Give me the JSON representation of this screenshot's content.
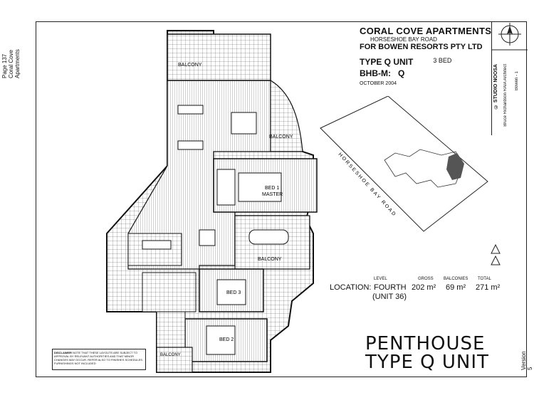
{
  "side": {
    "page": "Page 137",
    "project": "Coral Cove Apartments"
  },
  "title_block": {
    "name": "CORAL COVE APARTMENTS",
    "road": "HORSESHOE BAY ROAD",
    "client": "FOR BOWEN RESORTS PTY LTD",
    "unit_type": "TYPE Q UNIT",
    "beds": "3 BED",
    "bhb": "BHB-M:",
    "bhb_val": "Q",
    "date": "OCTOBER 2004",
    "studio": "© STUDIO NOOSA",
    "architect": "Bruce Richardson RAIA Architect",
    "sheet_no": "Bowen - 1"
  },
  "site_plan": {
    "road_label": "HORSESHOE BAY ROAD"
  },
  "rooms": {
    "balcony_top": "BALCONY",
    "balcony_right": "BALCONY",
    "balcony_mid": "BALCONY",
    "balcony_bottom": "BALCONY",
    "bed1": "BED 1",
    "master": "MASTER",
    "bed2": "BED 2",
    "bed3": "BED 3"
  },
  "location": {
    "label": "LOCATION:",
    "level_head": "LEVEL",
    "level": "FOURTH",
    "unit": "(UNIT 36)",
    "gross_head": "GROSS",
    "gross": "202 m²",
    "balc_head": "BALCONIES",
    "balc": "69 m²",
    "total_head": "TOTAL",
    "total": "271 m²"
  },
  "headline": {
    "line1": "PENTHOUSE",
    "line2": "TYPE Q UNIT"
  },
  "disclaimer": {
    "head": "DISCLAIMER",
    "text": "NOTE THAT THESE LAYOUTS ARE SUBJECT TO APPROVAL BY RELEVANT AUTHORITIES AND THAT MINOR CHANGES MAY OCCUR. REFER ALSO TO FINISHES SCHEDULES. FURNISHINGS NOT INCLUDED"
  },
  "version": "Version 5"
}
